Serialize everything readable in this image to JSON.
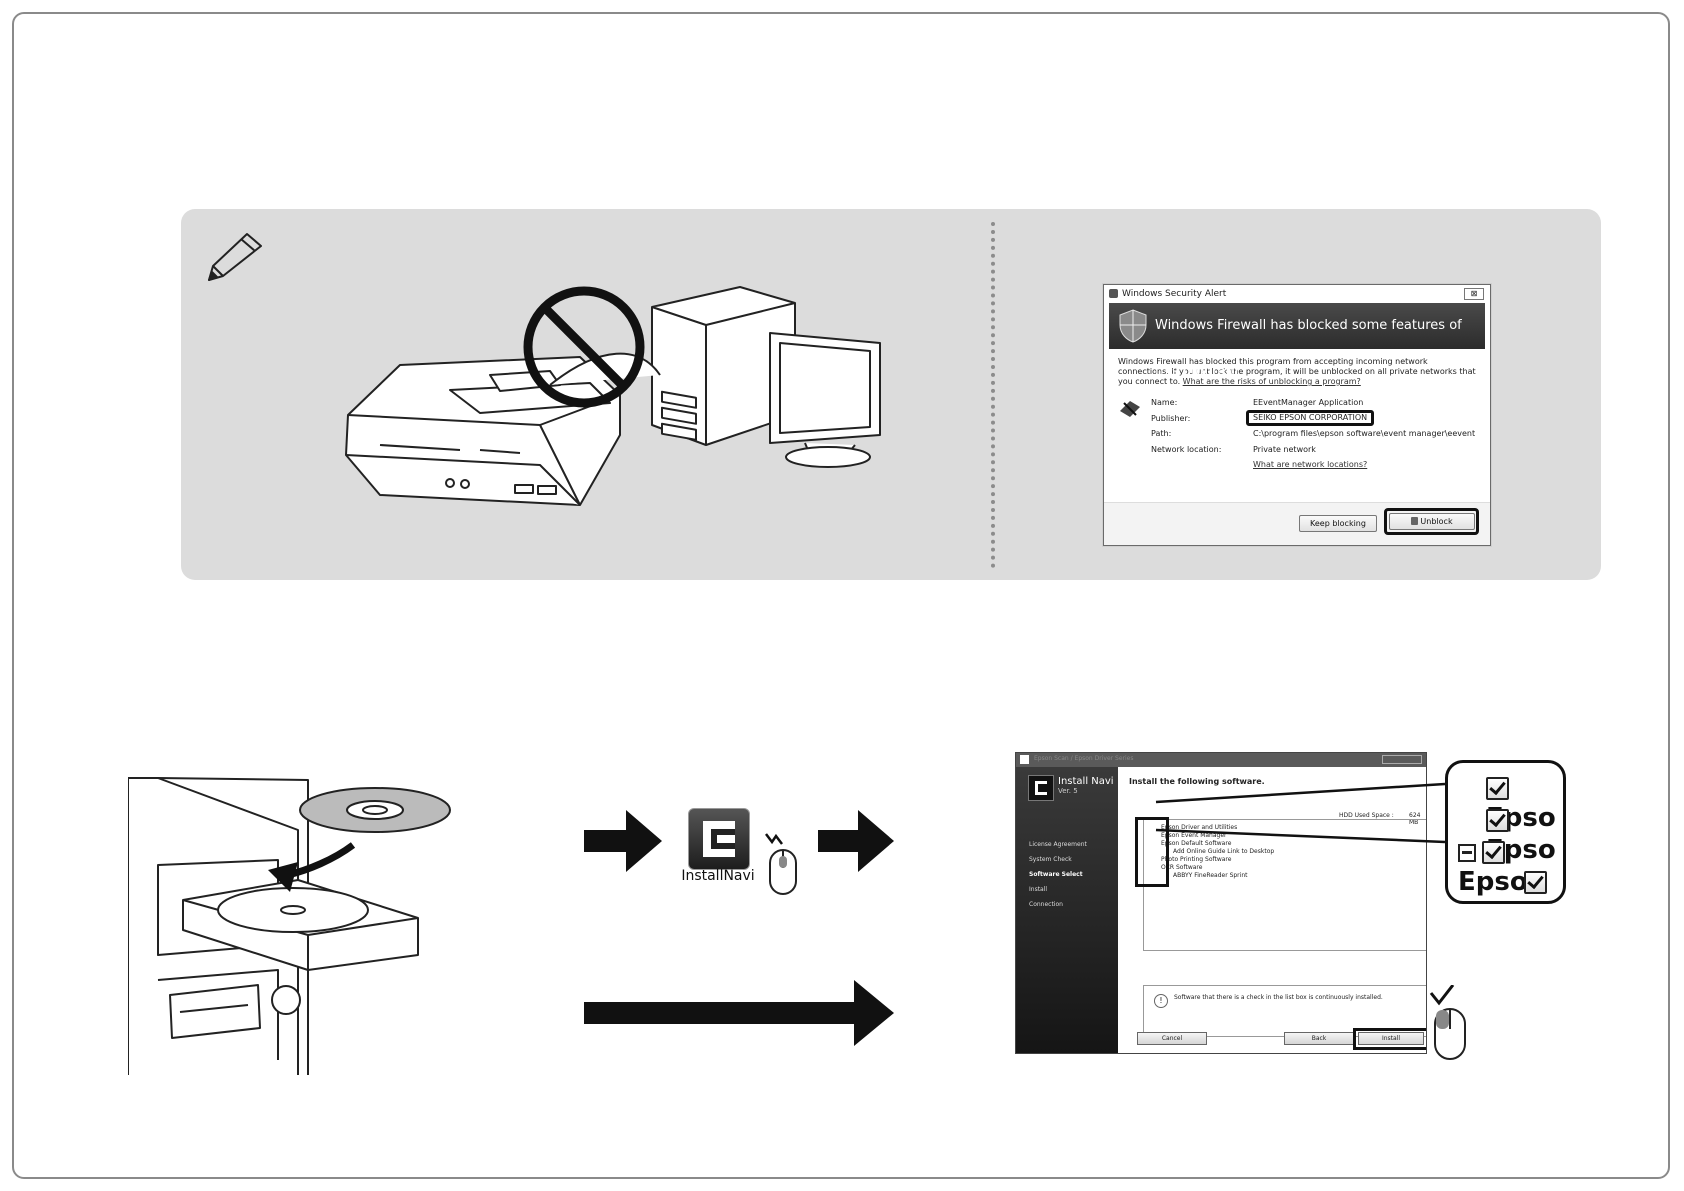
{
  "security_alert": {
    "window_title": "Windows Security Alert",
    "close_glyph": "⊠",
    "banner": "Windows Firewall has blocked some features of this program",
    "message_1": "Windows Firewall has blocked this program from accepting incoming network connections. If you unblock the program, it will be unblocked on all private networks that you connect to.",
    "message_link": "What are the risks of unblocking a program?",
    "fields": [
      {
        "key": "Name:",
        "value": "EEventManager Application"
      },
      {
        "key": "Publisher:",
        "value": "SEIKO EPSON CORPORATION"
      },
      {
        "key": "Path:",
        "value": "C:\\program files\\epson software\\event manager\\eevent"
      },
      {
        "key": "Network location:",
        "value": "Private network"
      }
    ],
    "network_link": "What are network locations?",
    "keep_blocking": "Keep blocking",
    "unblock": "Unblock"
  },
  "launcher": {
    "icon_letter": "E",
    "label": "InstallNavi"
  },
  "install_navi": {
    "title_bar": "Epson Scan / Epson Driver Series",
    "brand": "Install Navi",
    "version": "Ver. 5",
    "steps": [
      "License Agreement",
      "System Check",
      "Software Select",
      "Install",
      "Connection"
    ],
    "heading": "Install the following software.",
    "hdd_label": "HDD Used Space :",
    "hdd_value": "624 MB",
    "software": [
      "Epson Driver and Utilities",
      "Epson Event Manager",
      "Epson Default Software",
      "Add Online Guide Link to Desktop",
      "Photo Printing Software",
      "OCR Software",
      "ABBYY FineReader Sprint"
    ],
    "info_text": "Software that there is a check in the list box is continuously installed.",
    "cancel": "Cancel",
    "back": "Back",
    "install": "Install"
  },
  "zoom_callout": {
    "rows": [
      "Epso",
      "Epso",
      "Epso"
    ]
  }
}
